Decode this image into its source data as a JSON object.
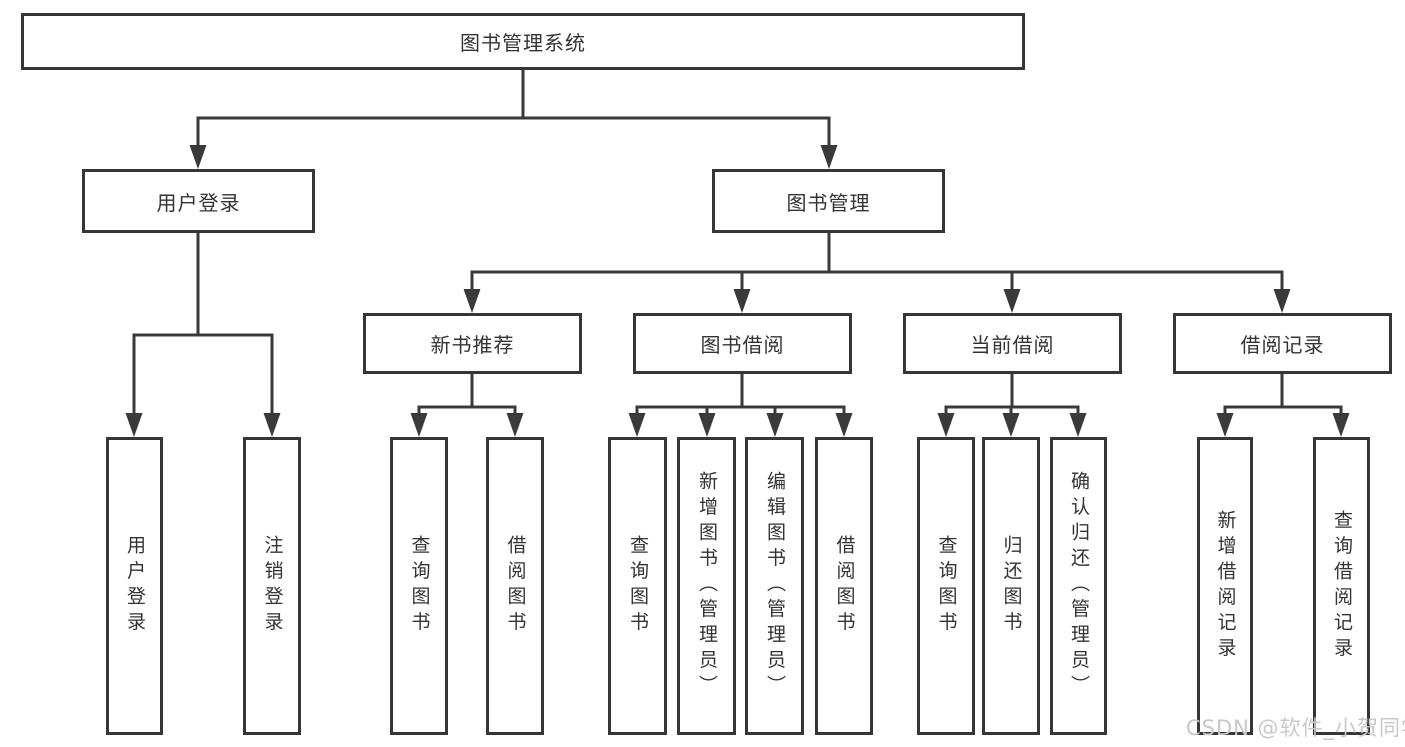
{
  "diagram": {
    "root_label": "图书管理系统",
    "level1": {
      "user_login": "用户登录",
      "book_management": "图书管理"
    },
    "level2": {
      "new_book_recommend": "新书推荐",
      "book_borrowing": "图书借阅",
      "current_borrowing": "当前借阅",
      "borrowing_records": "借阅记录"
    },
    "leaves": {
      "user_login": [
        "用户登录",
        "注销登录"
      ],
      "new_book_recommend": [
        "查询图书",
        "借阅图书"
      ],
      "book_borrowing": [
        "查询图书",
        "新增图书（管理员）",
        "编辑图书（管理员）",
        "借阅图书"
      ],
      "current_borrowing": [
        "查询图书",
        "归还图书",
        "确认归还（管理员）"
      ],
      "borrowing_records": [
        "新增借阅记录",
        "查询借阅记录"
      ]
    }
  },
  "watermark": "CSDN @软件_小贺同学",
  "colors": {
    "line": "#3a3a3a",
    "text": "#333333",
    "watermark": "#c8c8c8",
    "background": "#ffffff"
  }
}
